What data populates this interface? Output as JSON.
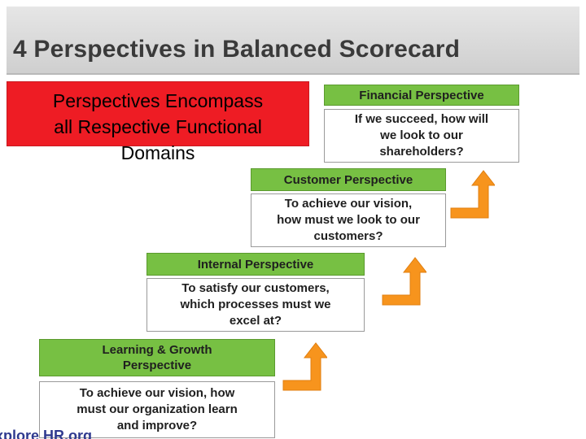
{
  "header": {
    "title": "4 Perspectives in Balanced Scorecard"
  },
  "overlay": {
    "line1": "Perspectives Encompass",
    "line2": "all Respective Functional",
    "line3": "Domains"
  },
  "perspectives": [
    {
      "title": "Financial Perspective",
      "q1": "If we succeed, how will",
      "q2": "we look to our",
      "q3": "shareholders?"
    },
    {
      "title": "Customer Perspective",
      "q1": "To achieve our vision,",
      "q2": "how must we look to our",
      "q3": "customers?"
    },
    {
      "title": "Internal Perspective",
      "q1": "To satisfy our customers,",
      "q2": "which processes must we",
      "q3": "excel at?"
    },
    {
      "title1": "Learning & Growth",
      "title2": "Perspective",
      "q1": "To achieve our vision, how",
      "q2": "must our organization learn",
      "q3": "and improve?"
    }
  ],
  "footer": {
    "text": "xplore HR.org"
  },
  "colors": {
    "title_box": "#77c043",
    "arrow": "#f7941d",
    "overlay": "#ee1c24",
    "header_bg": "#d9d9d9"
  }
}
